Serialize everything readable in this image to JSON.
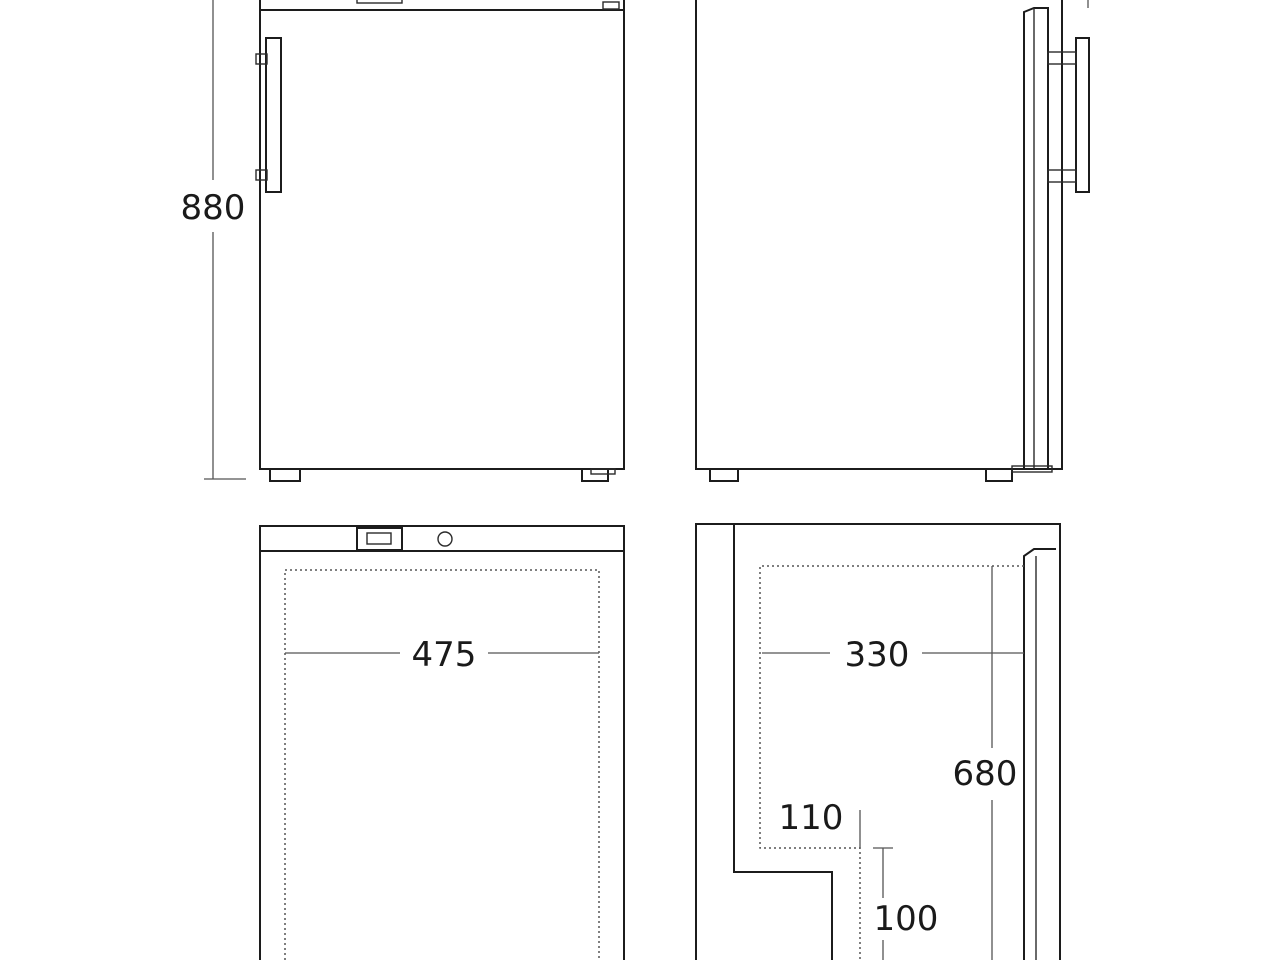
{
  "dimensions": {
    "height": "880",
    "interior_width": "475",
    "interior_depth": "330",
    "interior_height": "680",
    "step_depth": "110",
    "step_height": "100"
  }
}
